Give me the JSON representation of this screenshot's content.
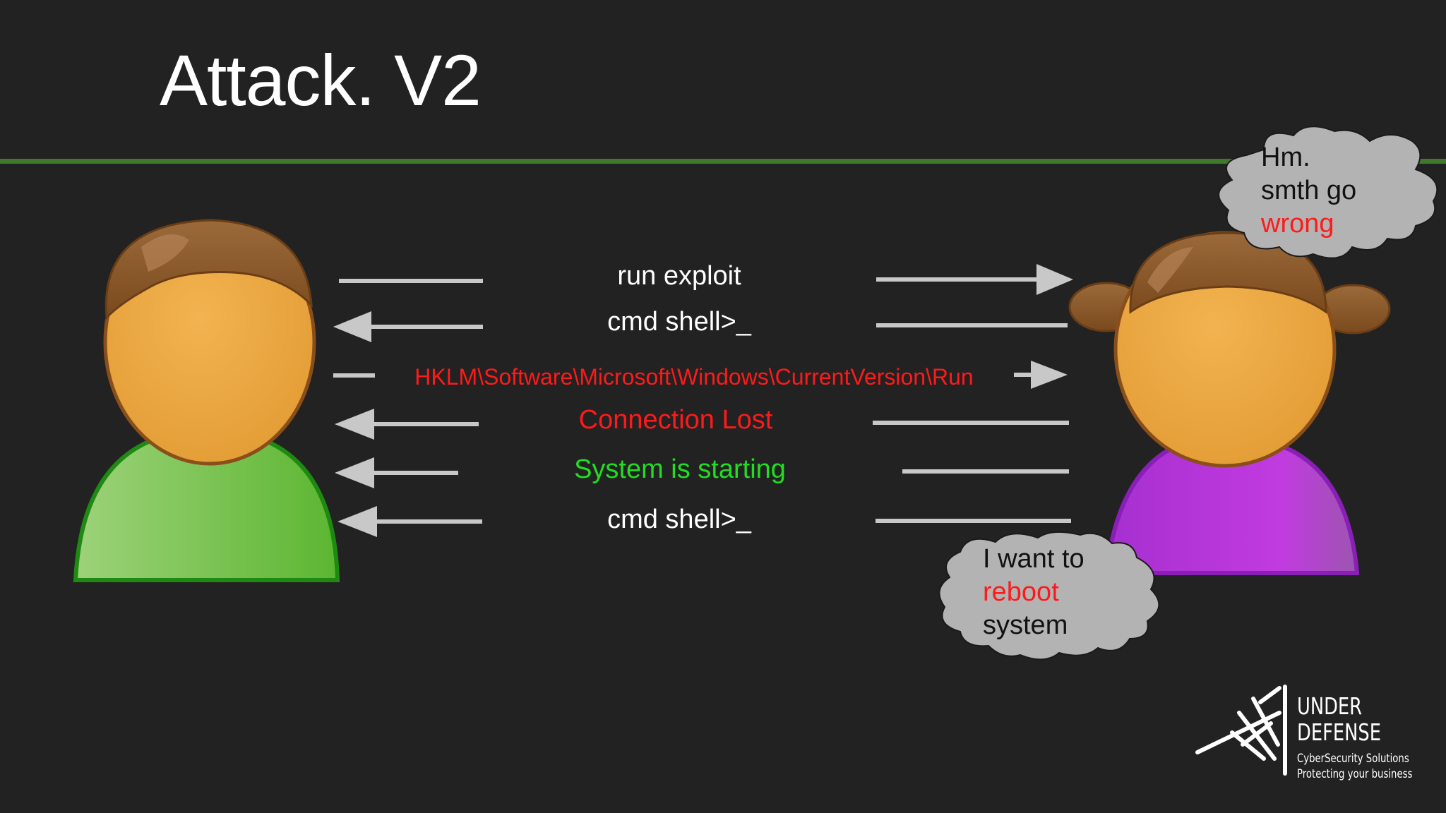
{
  "title": "Attack. V2",
  "messages": [
    {
      "text": "run exploit",
      "color": "#ffffff",
      "direction": "to-victim"
    },
    {
      "text": "cmd shell>_",
      "color": "#ffffff",
      "direction": "to-attacker"
    },
    {
      "text": "HKLM\\Software\\Microsoft\\Windows\\CurrentVersion\\Run",
      "color": "#ff1a1a",
      "direction": "to-victim"
    },
    {
      "text": "Connection Lost",
      "color": "#ff1a1a",
      "direction": "to-attacker"
    },
    {
      "text": "System is starting",
      "color": "#22dd22",
      "direction": "to-attacker"
    },
    {
      "text": "cmd shell>_",
      "color": "#ffffff",
      "direction": "to-attacker"
    }
  ],
  "thought_top": {
    "line1": "Hm.",
    "line2": "smth go",
    "line3": "wrong"
  },
  "thought_bottom": {
    "line1": "I want to",
    "line2": "reboot",
    "line3": "system"
  },
  "logo": {
    "name_line1": "UNDER",
    "name_line2": "DEFENSE",
    "tagline1": "CyberSecurity Solutions",
    "tagline2": "Protecting your business"
  },
  "colors": {
    "background": "#222222",
    "rule": "#3f7a2c",
    "attacker_shirt": "#6abf3e",
    "victim_shirt": "#b83ad6",
    "skin": "#eda640",
    "hair": "#8b5a2b",
    "arrow": "#c8c8c8",
    "cloud": "#b3b3b3"
  }
}
